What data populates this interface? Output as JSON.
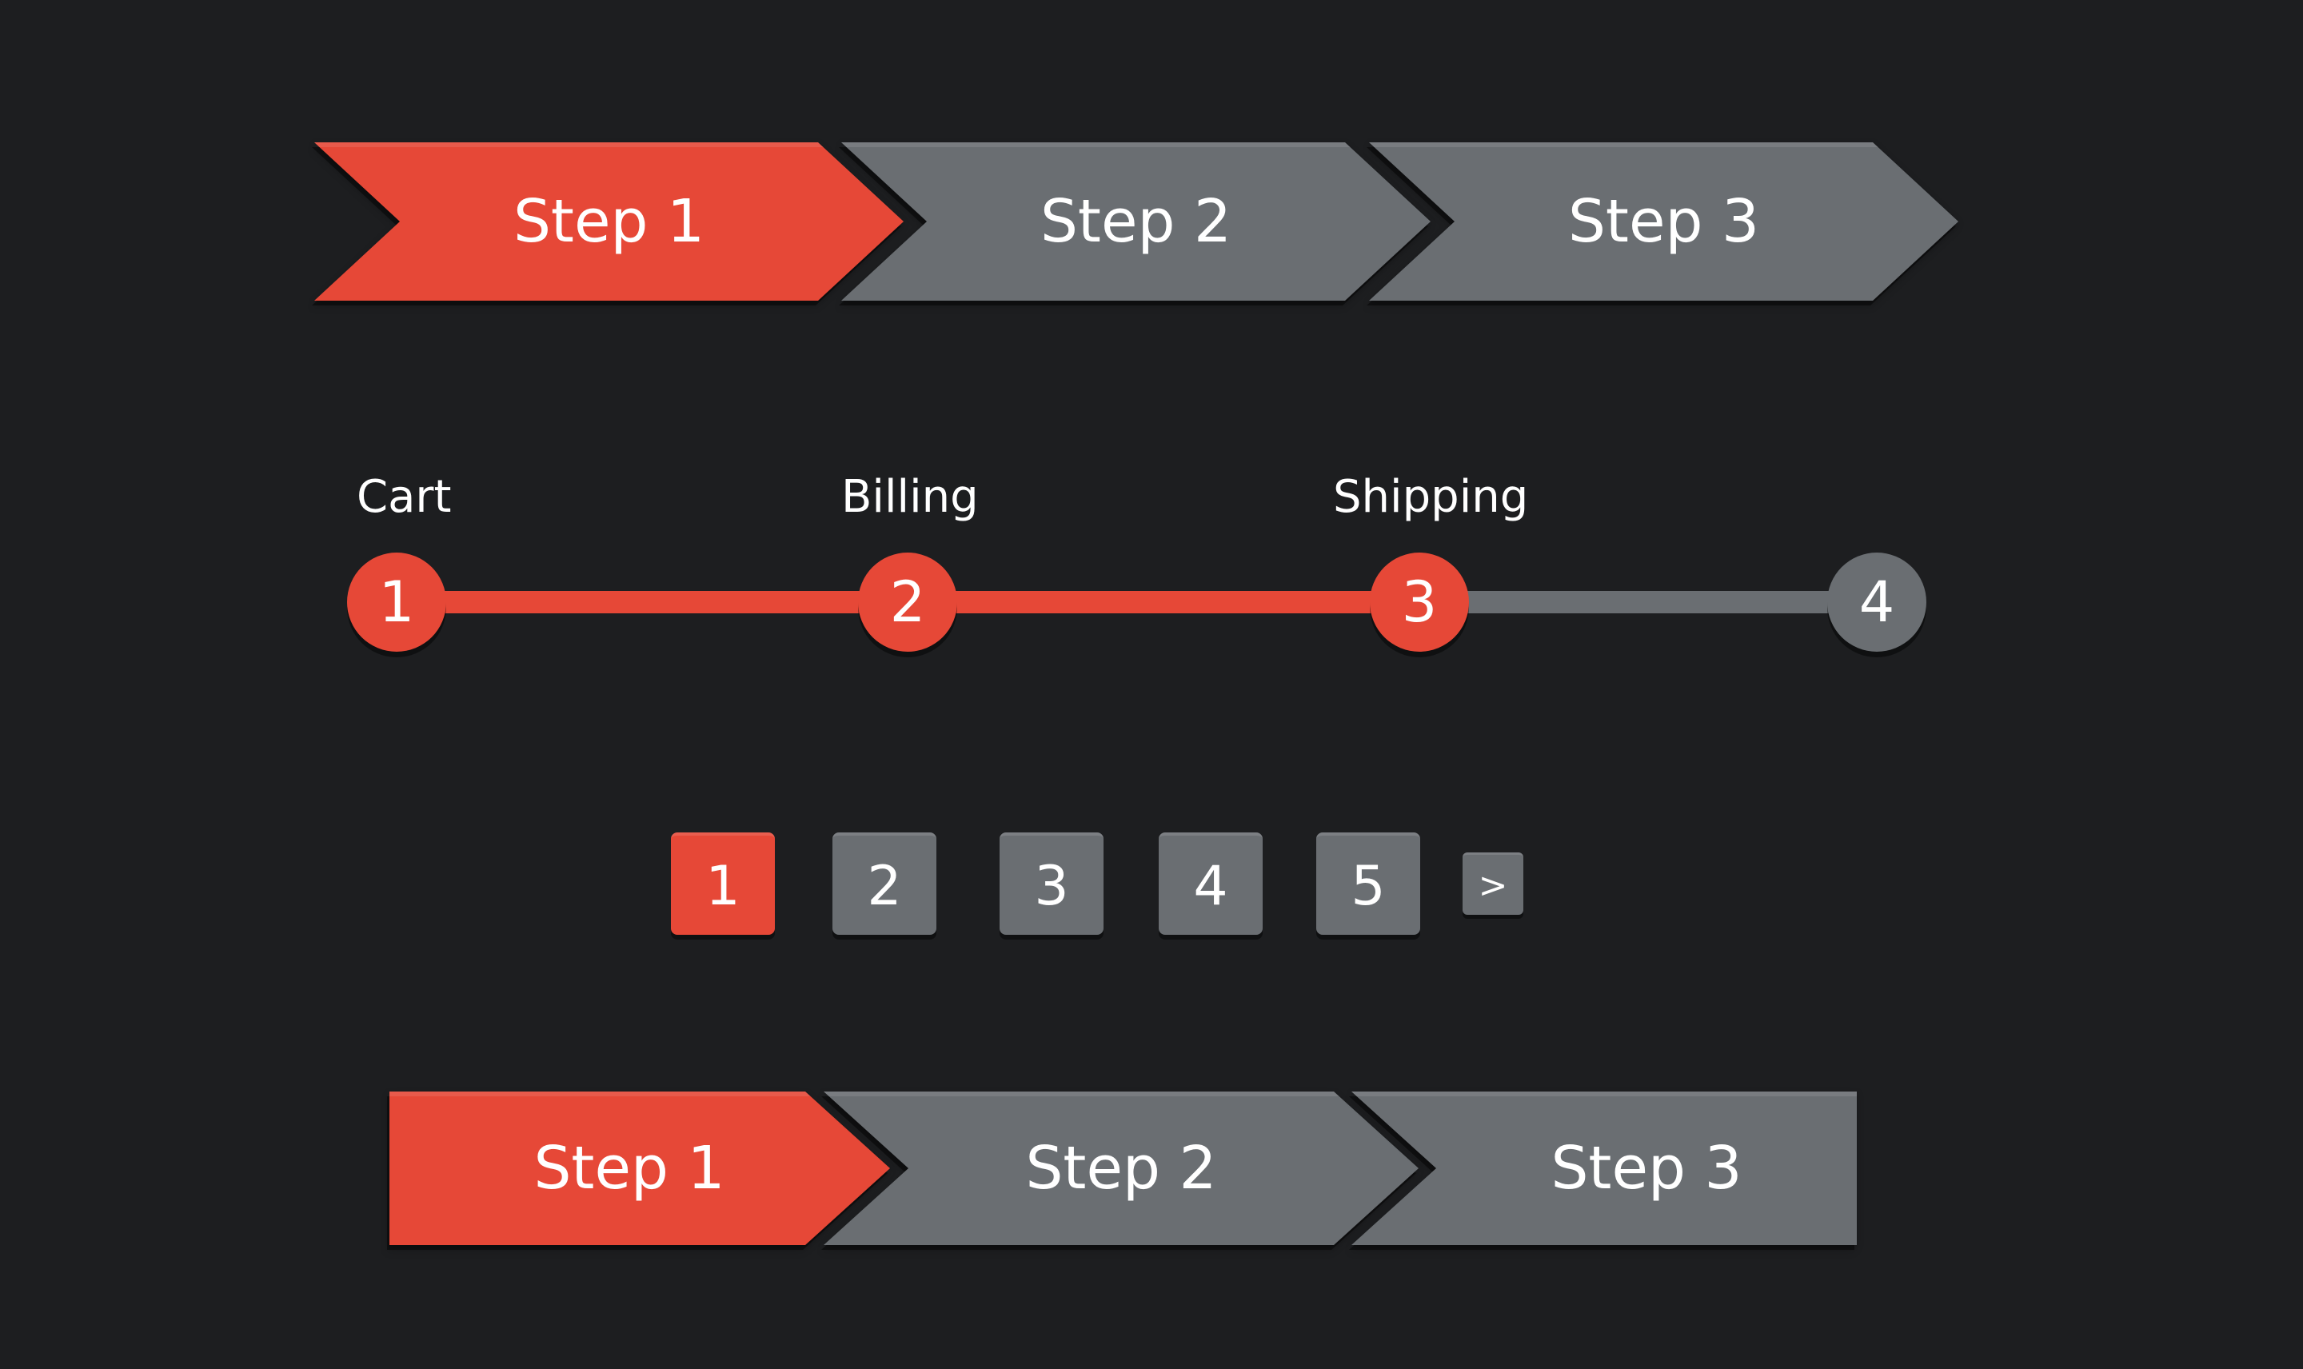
{
  "colors": {
    "background": "#1d1e20",
    "active": "#e64837",
    "inactive": "#6a6e72",
    "text": "#ffffff"
  },
  "arrow_stepper": {
    "steps": [
      {
        "label": "Step 1",
        "state": "active"
      },
      {
        "label": "Step 2",
        "state": "inactive"
      },
      {
        "label": "Step 3",
        "state": "inactive"
      }
    ]
  },
  "progress_stepper": {
    "steps": [
      {
        "label": "Cart",
        "number": "1",
        "state": "active"
      },
      {
        "label": "Billing",
        "number": "2",
        "state": "active"
      },
      {
        "label": "Shipping",
        "number": "3",
        "state": "active"
      },
      {
        "label": "",
        "number": "4",
        "state": "inactive"
      }
    ]
  },
  "pagination": {
    "pages": [
      "1",
      "2",
      "3",
      "4",
      "5"
    ],
    "current_page": "1",
    "next_label": ">"
  },
  "flat_stepper": {
    "steps": [
      {
        "label": "Step 1",
        "state": "active"
      },
      {
        "label": "Step 2",
        "state": "inactive"
      },
      {
        "label": "Step 3",
        "state": "inactive"
      }
    ]
  }
}
